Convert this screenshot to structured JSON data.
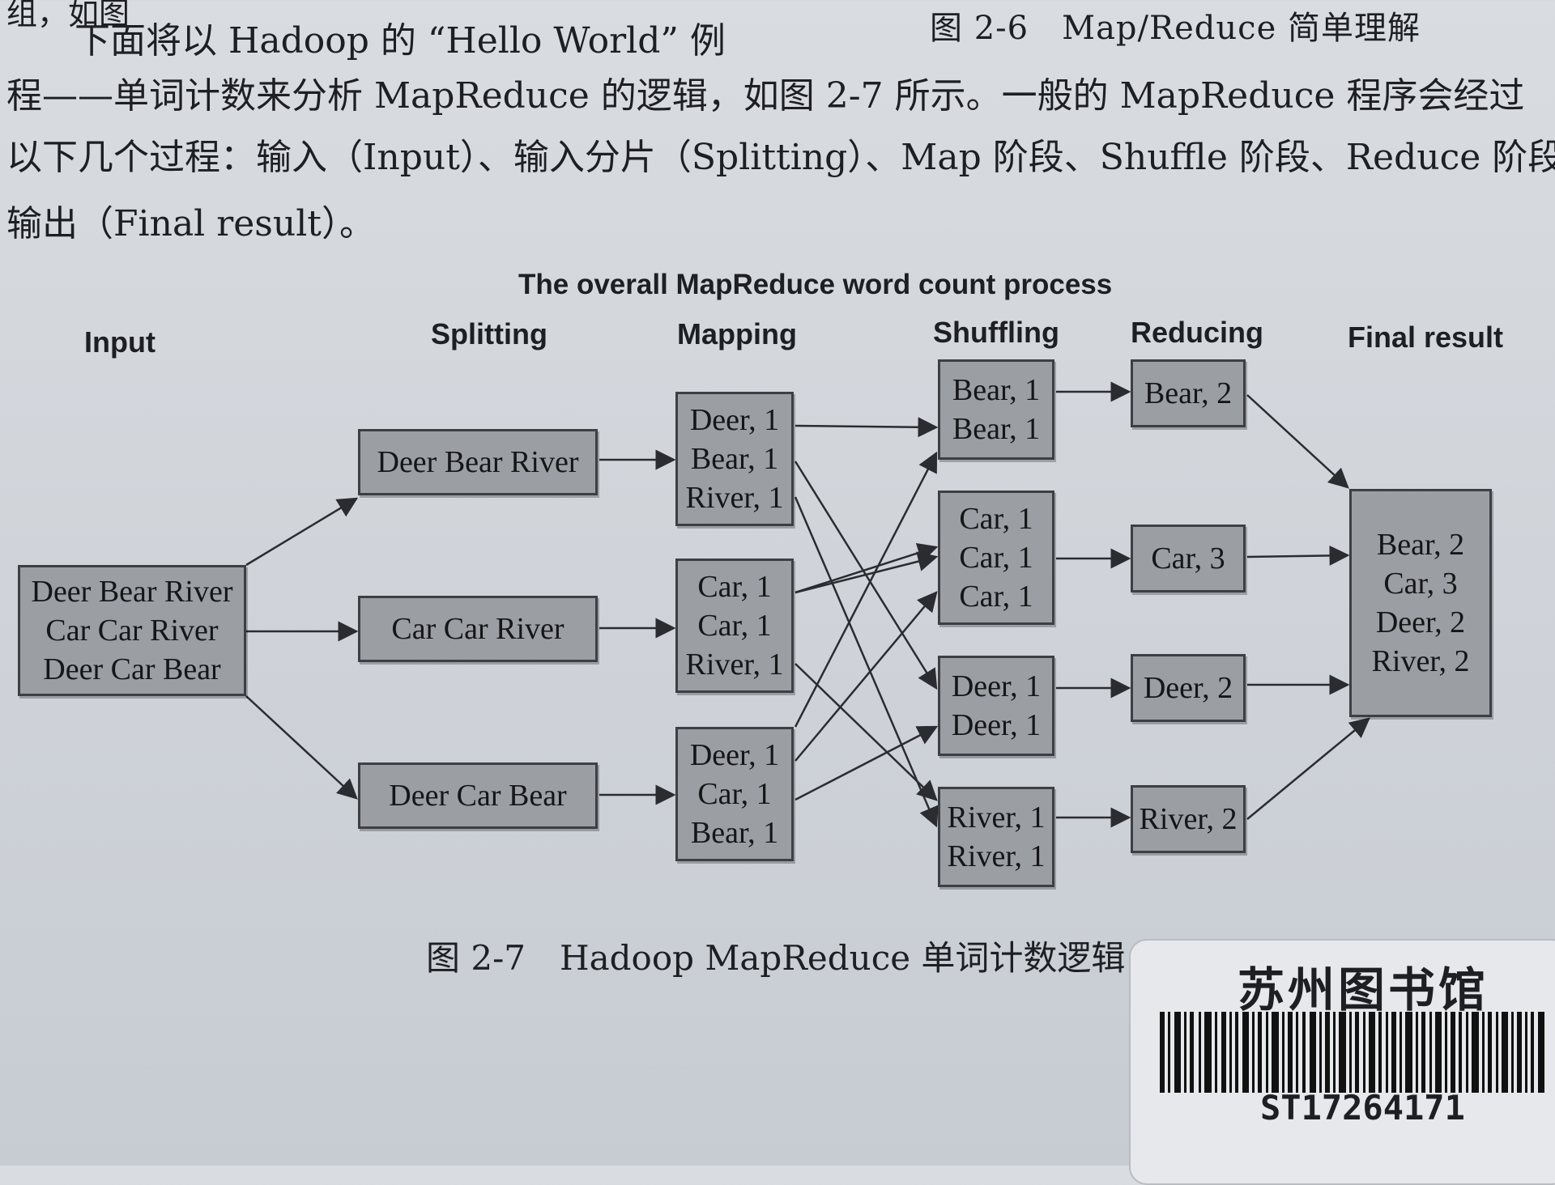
{
  "text": {
    "corner": "组，如图",
    "fig_2_6_caption": "图 2-6　Map/Reduce 简单理解",
    "paragraph_lines": [
      "下面将以 Hadoop 的 “Hello World” 例",
      "程——单词计数来分析 MapReduce 的逻辑，如图 2-7 所示。一般的 MapReduce 程序会经过",
      "以下几个过程：输入（Input）、输入分片（Splitting）、Map 阶段、Shuffle 阶段、Reduce 阶段、",
      "输出（Final result）。"
    ],
    "fig_2_7_caption": "图 2-7　Hadoop MapReduce 单词计数逻辑"
  },
  "diagram": {
    "title": "The overall MapReduce word count process",
    "stages": [
      "Input",
      "Splitting",
      "Mapping",
      "Shuffling",
      "Reducing",
      "Final result"
    ],
    "input": [
      "Deer Bear River",
      "Car Car River",
      "Deer Car Bear"
    ],
    "splits": [
      "Deer Bear River",
      "Car Car River",
      "Deer Car Bear"
    ],
    "mapping": [
      [
        "Deer, 1",
        "Bear, 1",
        "River, 1"
      ],
      [
        "Car, 1",
        "Car, 1",
        "River, 1"
      ],
      [
        "Deer, 1",
        "Car, 1",
        "Bear, 1"
      ]
    ],
    "shuffling": [
      [
        "Bear, 1",
        "Bear, 1"
      ],
      [
        "Car, 1",
        "Car, 1",
        "Car, 1"
      ],
      [
        "Deer, 1",
        "Deer, 1"
      ],
      [
        "River, 1",
        "River, 1"
      ]
    ],
    "reducing": [
      "Bear, 2",
      "Car, 3",
      "Deer, 2",
      "River, 2"
    ],
    "final": [
      "Bear, 2",
      "Car, 3",
      "Deer, 2",
      "River, 2"
    ]
  },
  "sticker": {
    "library": "苏州图书馆",
    "barcode": "ST17264171"
  }
}
